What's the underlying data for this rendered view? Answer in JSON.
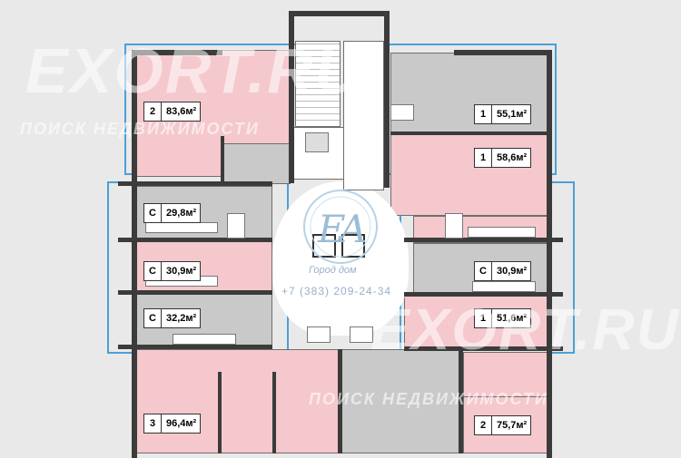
{
  "watermark": {
    "brand": "EXORT.RU",
    "tagline": "ПОИСК НЕДВИЖИМОСТИ"
  },
  "center_logo": {
    "caption": "Город дом",
    "phone": "+7 (383) 209-24-34"
  },
  "apartments": [
    {
      "id": "apt-1",
      "rooms": "2",
      "area": "83,6м²"
    },
    {
      "id": "apt-2",
      "rooms": "1",
      "area": "55,1м²"
    },
    {
      "id": "apt-3",
      "rooms": "1",
      "area": "58,6м²"
    },
    {
      "id": "apt-4",
      "rooms": "С",
      "area": "29,8м²"
    },
    {
      "id": "apt-5",
      "rooms": "С",
      "area": "30,9м²"
    },
    {
      "id": "apt-6",
      "rooms": "С",
      "area": "30,9м²"
    },
    {
      "id": "apt-7",
      "rooms": "С",
      "area": "32,2м²"
    },
    {
      "id": "apt-8",
      "rooms": "1",
      "area": "51,6м²"
    },
    {
      "id": "apt-9",
      "rooms": "3",
      "area": "96,4м²"
    },
    {
      "id": "apt-10",
      "rooms": "2",
      "area": "75,7м²"
    }
  ],
  "colors": {
    "apartment_fill": "#f4c8cc",
    "service_fill": "#c9c9c9",
    "outline": "#4aa0d8",
    "wall": "#3b3b3b"
  }
}
